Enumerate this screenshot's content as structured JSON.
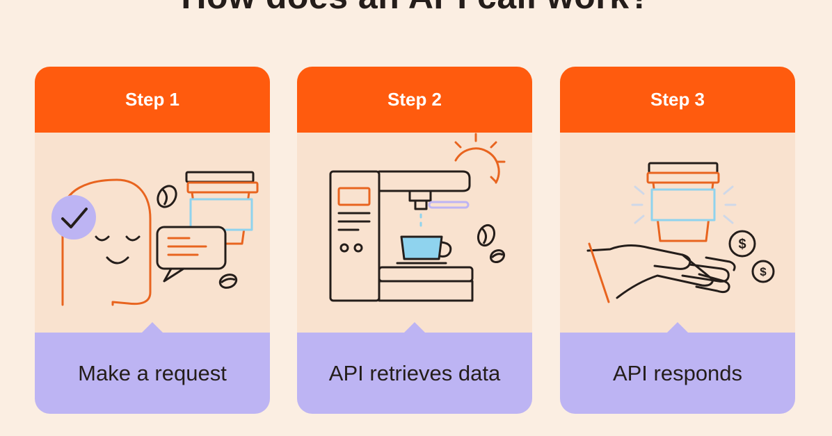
{
  "title": "How does an API call work?",
  "colors": {
    "background": "#fbeee2",
    "header": "#ff5b0e",
    "card": "#f9e2cf",
    "footer": "#bdb4f3",
    "text": "#241d1a",
    "accent_line": "#e8641f",
    "cup_blue": "#8fd3ee"
  },
  "steps": [
    {
      "label": "Step 1",
      "caption": "Make a request",
      "icons": [
        "person-face-icon",
        "check-badge-icon",
        "coffee-cup-icon",
        "chat-bubble-icon",
        "coffee-bean-icon"
      ]
    },
    {
      "label": "Step 2",
      "caption": "API retrieves data",
      "icons": [
        "coffee-machine-icon",
        "gear-icon",
        "espresso-cup-icon",
        "coffee-bean-icon"
      ]
    },
    {
      "label": "Step 3",
      "caption": "API responds",
      "icons": [
        "open-hand-icon",
        "coffee-cup-icon",
        "coin-icon"
      ]
    }
  ]
}
